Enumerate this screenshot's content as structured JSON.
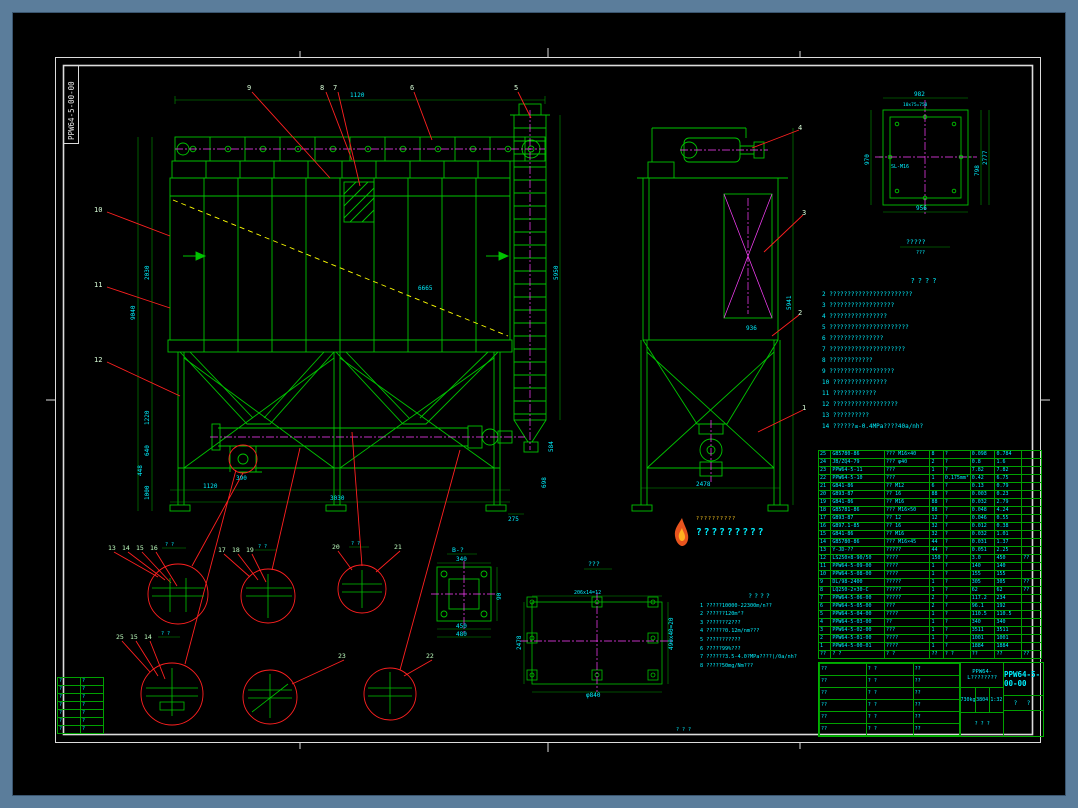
{
  "frame": {
    "code_vertical": "PPW64-5-00-00"
  },
  "colors": {
    "line_green": "#00c300",
    "text_cyan": "#00f0ff",
    "detail_red": "#ff2020",
    "centerline_magenta": "#ff40ff",
    "highlight_yellow": "#ffff00",
    "frame_blue": "#5b7d9b"
  },
  "callouts": [
    "1",
    "2",
    "3",
    "4",
    "5",
    "6",
    "7",
    "8",
    "9",
    "10",
    "11",
    "12"
  ],
  "detail_labels": [
    "13",
    "14",
    "15",
    "16",
    "17",
    "18",
    "19",
    "20",
    "21",
    "25",
    "15",
    "14",
    "23",
    "22"
  ],
  "scale_mark": "? ?",
  "dims": {
    "front_top": "1120",
    "front_left_overall": "9040",
    "front_left_body": "2030",
    "front_left_hopper": "1220",
    "front_left_leg1": "640",
    "front_left_leg2": "448",
    "front_left_leg3": "1000",
    "front_center": "6665",
    "front_bottom_left": "1120",
    "front_bottom_small": "390",
    "front_bottom_overall": "3030",
    "front_bottom_right": "275",
    "duct_height": "5950",
    "duct_lower": "584",
    "duct_lower2": "698",
    "side_width": "2478",
    "side_height": "5941",
    "side_door": "936",
    "door_top": "982",
    "door_top_pitch": "10x75=750",
    "door_left": "970",
    "door_right": "2777",
    "door_right2": "798",
    "door_bottom": "956",
    "door_bolt": "SL-M16",
    "door_title": "?????",
    "door_scale": "???",
    "flange_title": "B-?",
    "flange_top": "340",
    "flange_bottom": "450",
    "flange_bottom2": "480",
    "flange_right": "90",
    "pattern_title": "???",
    "pattern_top": "206x14=12",
    "pattern_left": "2478",
    "pattern_right": "490x40=20",
    "pattern_bottom": "φ840",
    "bottom_note": "? ? ?"
  },
  "notes": {
    "title": "????",
    "items": [
      "2  ???????????????????????",
      "3  ??????????????????",
      "4  ????????????????",
      "5  ??????????????????????",
      "6  ???????????????",
      "7  ?????????????????????",
      "8  ????????????",
      "9  ??????????????????",
      "10 ???????????????",
      "11 ????????????",
      "12 ??????????????????",
      "13 ??????????",
      "14 ??????≤-0.4MPa????40a/nh?"
    ]
  },
  "tech": {
    "title": "????",
    "items": [
      "1  ?????10000-22300m/n??",
      "2  ??????120m²?",
      "3  ???????2???",
      "4  ??????0.12m/nm???",
      "5  ???????????",
      "6  ?????99%???",
      "7  ??????3.5-4.0?MPa????(/0a/nh?",
      "8  ?????50mg/Nm???"
    ]
  },
  "logo": {
    "line1": "??????????",
    "line2": "?????????"
  },
  "bom": {
    "header": [
      "??",
      "? ?",
      "? ?",
      "??",
      "? ?",
      "??",
      "??",
      "??"
    ],
    "rows": [
      [
        "25",
        "GB5780-86",
        "??? M16×40",
        "8",
        "?",
        "0.098",
        "0.784",
        ""
      ],
      [
        "24",
        "JB/ZQ4-79",
        "??? φ40",
        "2",
        "?",
        "0.8",
        "1.6",
        ""
      ],
      [
        "23",
        "PPW64-5-11",
        "???",
        "1",
        "?",
        "7.82",
        "7.82",
        ""
      ],
      [
        "22",
        "PPW64-5-10",
        "???",
        "1",
        "0.175mm²",
        "0.42",
        "6.75",
        ""
      ],
      [
        "21",
        "GB41-86",
        "?? M12",
        "6",
        "?",
        "0.13",
        "0.79",
        ""
      ],
      [
        "20",
        "GB93-87",
        "?? 16",
        "88",
        "?",
        "0.003",
        "0.23",
        ""
      ],
      [
        "19",
        "GB41-86",
        "?? M16",
        "88",
        "?",
        "0.032",
        "2.79",
        ""
      ],
      [
        "18",
        "GB5781-86",
        "??? M16×50",
        "88",
        "?",
        "0.048",
        "4.24",
        ""
      ],
      [
        "17",
        "GB93-87",
        "?? 12",
        "12",
        "?",
        "0.046",
        "0.55",
        ""
      ],
      [
        "16",
        "GB97.1-85",
        "?? 16",
        "32",
        "?",
        "0.012",
        "0.38",
        ""
      ],
      [
        "15",
        "GB41-86",
        "?? M16",
        "32",
        "?",
        "0.032",
        "1.01",
        ""
      ],
      [
        "14",
        "GB5780-86",
        "??? M16×45",
        "44",
        "?",
        "0.031",
        "1.37",
        ""
      ],
      [
        "13",
        "Y-JD-??",
        "?????",
        "44",
        "?",
        "0.051",
        "2.25",
        ""
      ],
      [
        "12",
        "LS250×8-90/50",
        "????",
        "150",
        "?",
        "3.0",
        "450",
        "??"
      ],
      [
        "11",
        "PPW64-5-09-00",
        "????",
        "1",
        "?",
        "140",
        "140",
        ""
      ],
      [
        "10",
        "PPW64-5-08-00",
        "????",
        "1",
        "?",
        "155",
        "155",
        ""
      ],
      [
        "9",
        "DL/98-2400",
        "?????",
        "1",
        "?",
        "305",
        "305",
        "??"
      ],
      [
        "8",
        "LQ250-2×30-C",
        "?????",
        "1",
        "?",
        "62",
        "62",
        "??"
      ],
      [
        "7",
        "PPW64-5-06-00",
        "?????",
        "2",
        "?",
        "117.2",
        "234",
        ""
      ],
      [
        "6",
        "PPW64-5-05-00",
        "???",
        "2",
        "?",
        "96.1",
        "192",
        ""
      ],
      [
        "5",
        "PPW64-5-04-00",
        "????",
        "1",
        "?",
        "110.5",
        "110.5",
        ""
      ],
      [
        "4",
        "PPW64-5-03-00",
        "??",
        "1",
        "?",
        "340",
        "340",
        ""
      ],
      [
        "3",
        "PPW64-5-02-00",
        "???",
        "1",
        "?",
        "3511",
        "3511",
        ""
      ],
      [
        "2",
        "PPW64-5-01-00",
        "????",
        "1",
        "?",
        "1001",
        "1001",
        ""
      ],
      [
        "1",
        "PPW64-5-00-01",
        "????",
        "1",
        "?",
        "1884",
        "1884",
        ""
      ]
    ]
  },
  "title_block": {
    "product": "PPW64-L????????",
    "code": "PPW64-5-00-00",
    "stage": "? ? ?",
    "stage2": "? ?",
    "weight": "730kg",
    "sheet": "3804",
    "scale": "1:32",
    "cells": [
      [
        "??",
        "? ?",
        "??"
      ],
      [
        "??",
        "? ?",
        "??"
      ],
      [
        "??",
        "? ?",
        "??"
      ],
      [
        "??",
        "? ?",
        "??"
      ],
      [
        "??",
        "? ?",
        "??"
      ],
      [
        "??",
        "? ?",
        "??"
      ]
    ]
  },
  "revision": {
    "rows": [
      [
        "?",
        "?"
      ],
      [
        "?",
        "?"
      ],
      [
        "?",
        "?"
      ],
      [
        "?",
        "?"
      ],
      [
        "?",
        "?"
      ],
      [
        "?",
        "?"
      ],
      [
        "?",
        "?"
      ]
    ]
  }
}
